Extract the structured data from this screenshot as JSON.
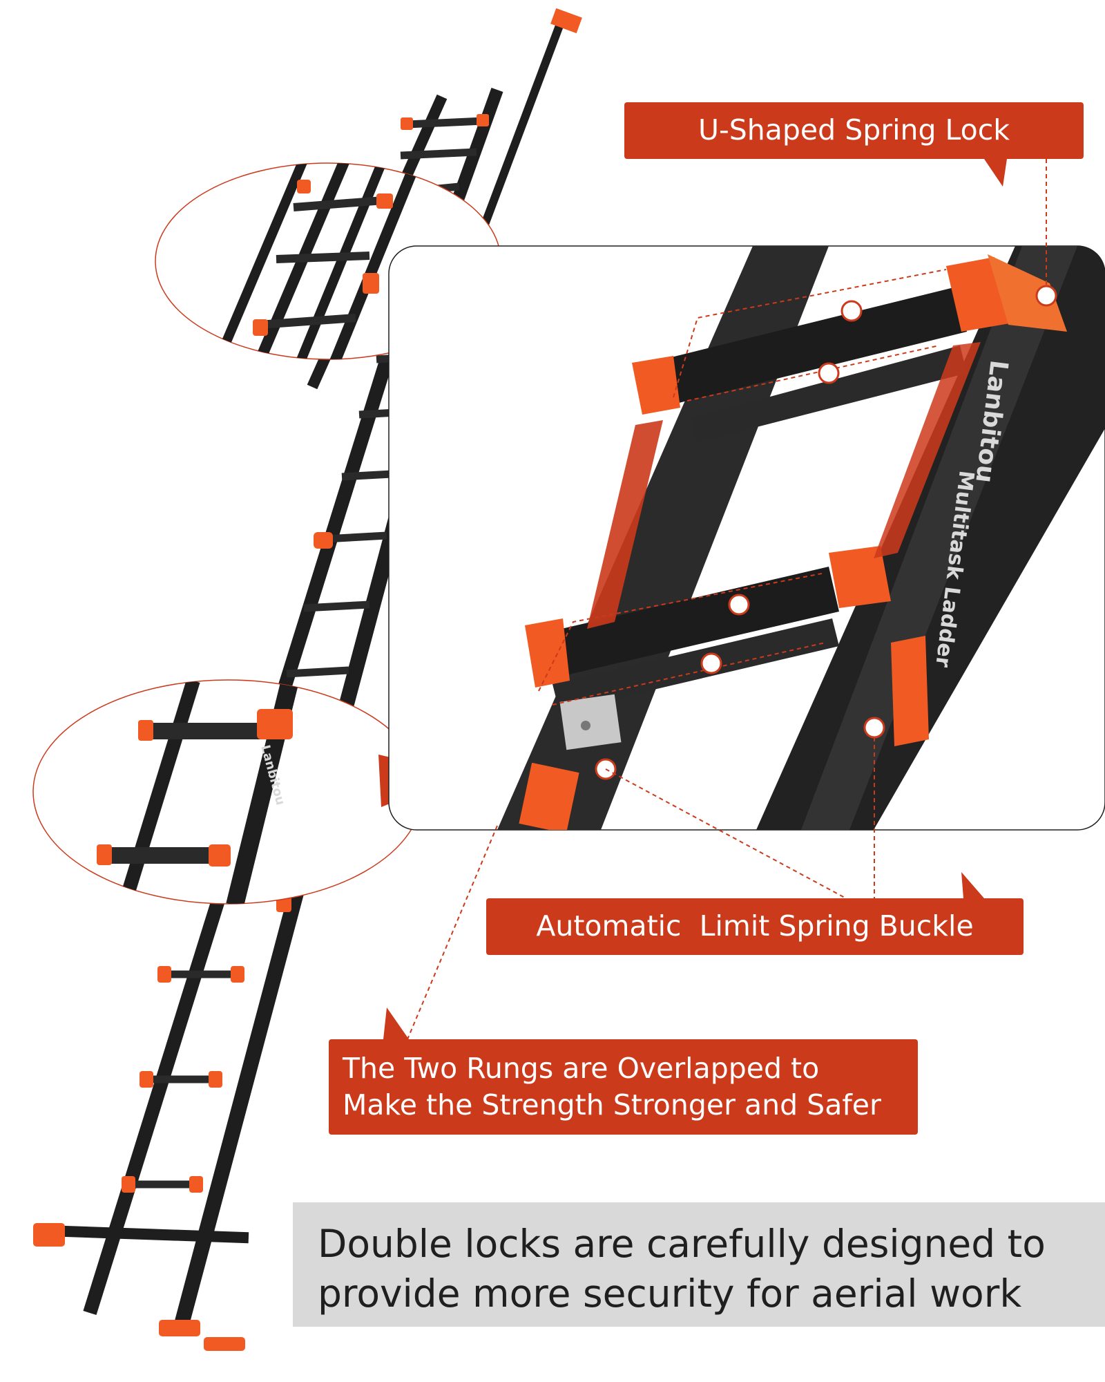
{
  "callouts": {
    "spring_lock": "U-Shaped Spring Lock",
    "spring_buckle": "Automatic  Limit Spring Buckle",
    "rungs_line1": "The Two Rungs are Overlapped to",
    "rungs_line2": "Make the Strength Stronger and Safer"
  },
  "tagline": {
    "line1": "Double locks are carefully designed to",
    "line2": "provide more security for aerial work"
  },
  "brand": {
    "name": "Lanbitou",
    "product": "Multitask Ladder"
  },
  "colors": {
    "accent": "#cc3a1c",
    "ladder_orange": "#f15a22",
    "ladder_black": "#1e1e1e",
    "banner_gray": "#d9d9d9"
  }
}
